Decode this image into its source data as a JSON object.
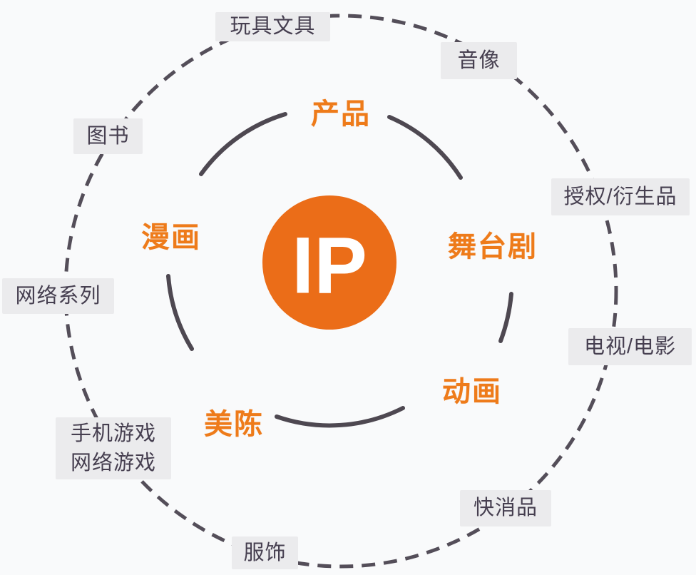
{
  "diagram": {
    "center_label": "IP",
    "colors": {
      "background": "#f9fafb",
      "center_circle": "#eb6d18",
      "inner_label_text": "#ee7b1a",
      "arc_stroke": "#4e4851",
      "dash_stroke": "#544e59",
      "outer_box_bg": "#ebebed",
      "outer_box_text": "#463f50"
    },
    "inner_labels": [
      {
        "id": "product",
        "label": "产品"
      },
      {
        "id": "stage-play",
        "label": "舞台剧"
      },
      {
        "id": "animation",
        "label": "动画"
      },
      {
        "id": "art-display",
        "label": "美陈"
      },
      {
        "id": "comics",
        "label": "漫画"
      }
    ],
    "outer_labels": [
      {
        "id": "toys-stationery",
        "label": "玩具文具"
      },
      {
        "id": "audio-video",
        "label": "音像"
      },
      {
        "id": "licensing-derivatives",
        "label": "授权/衍生品"
      },
      {
        "id": "tv-movies",
        "label": "电视/电影"
      },
      {
        "id": "fmcg",
        "label": "快消品"
      },
      {
        "id": "apparel",
        "label": "服饰"
      },
      {
        "id": "games",
        "label": "手机游戏",
        "label2": "网络游戏"
      },
      {
        "id": "web-series",
        "label": "网络系列"
      },
      {
        "id": "books",
        "label": "图书"
      }
    ]
  }
}
